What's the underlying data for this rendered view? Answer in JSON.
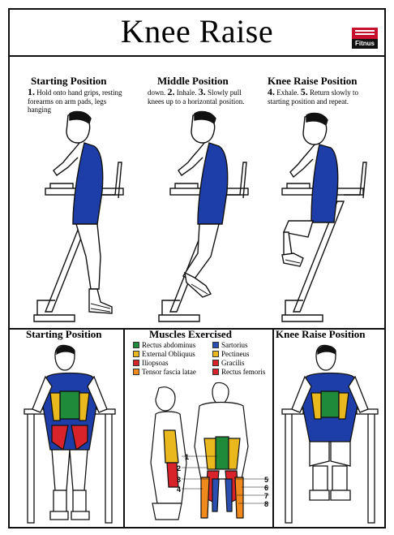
{
  "title": "Knee Raise",
  "brand": "Fitnus",
  "steps": {
    "starting": {
      "heading": "Starting Position",
      "num1": "1.",
      "text1": "Hold onto hand grips, resting",
      "text2": "forearms on arm pads, legs hanging"
    },
    "middle": {
      "heading": "Middle Position",
      "pre": "down.",
      "num2": "2.",
      "inhale": "Inhale.",
      "num3": "3.",
      "text1": "Slowly pull",
      "text2": "knees up to a horizontal position."
    },
    "raise": {
      "heading": "Knee Raise Position",
      "num4": "4.",
      "exhale": "Exhale.",
      "num5": "5.",
      "text1": "Return slowly to",
      "text2": "starting position and repeat."
    }
  },
  "lower": {
    "left_heading": "Starting Position",
    "center_heading": "Muscles Exercised",
    "right_heading": "Knee Raise Position"
  },
  "muscles": [
    {
      "num": "1",
      "name": "Rectus abdominus",
      "color": "#1f8a3a"
    },
    {
      "num": "2",
      "name": "External Obliquus",
      "color": "#e8b81c"
    },
    {
      "num": "3",
      "name": "Iliopsoas",
      "color": "#d8232a"
    },
    {
      "num": "4",
      "name": "Tensor fascia latae",
      "color": "#f08a1c"
    },
    {
      "num": "5",
      "name": "Sartorius",
      "color": "#2a4fb0"
    },
    {
      "num": "6",
      "name": "Pectineus",
      "color": "#e8b81c"
    },
    {
      "num": "7",
      "name": "Gracilis",
      "color": "#d8232a"
    },
    {
      "num": "8",
      "name": "Rectus femoris",
      "color": "#d8232a"
    }
  ],
  "colors": {
    "shirt": "#1d3ea8",
    "skin": "#ffffff",
    "outline": "#111111",
    "brand_red": "#c8102e"
  }
}
